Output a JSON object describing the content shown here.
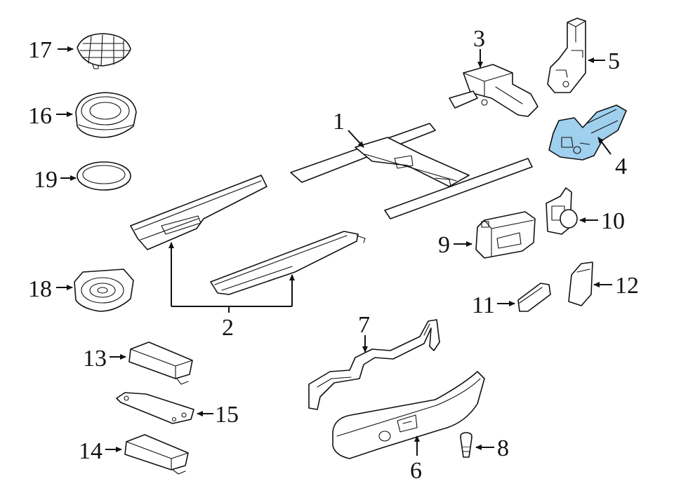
{
  "callouts": {
    "c1": "1",
    "c2": "2",
    "c3": "3",
    "c4": "4",
    "c5": "5",
    "c6": "6",
    "c7": "7",
    "c8": "8",
    "c9": "9",
    "c10": "10",
    "c11": "11",
    "c12": "12",
    "c13": "13",
    "c14": "14",
    "c15": "15",
    "c16": "16",
    "c17": "17",
    "c18": "18",
    "c19": "19"
  },
  "colors": {
    "highlight": "#9fd0ee",
    "line": "#111111",
    "background": "#ffffff"
  },
  "highlighted_part": "4"
}
